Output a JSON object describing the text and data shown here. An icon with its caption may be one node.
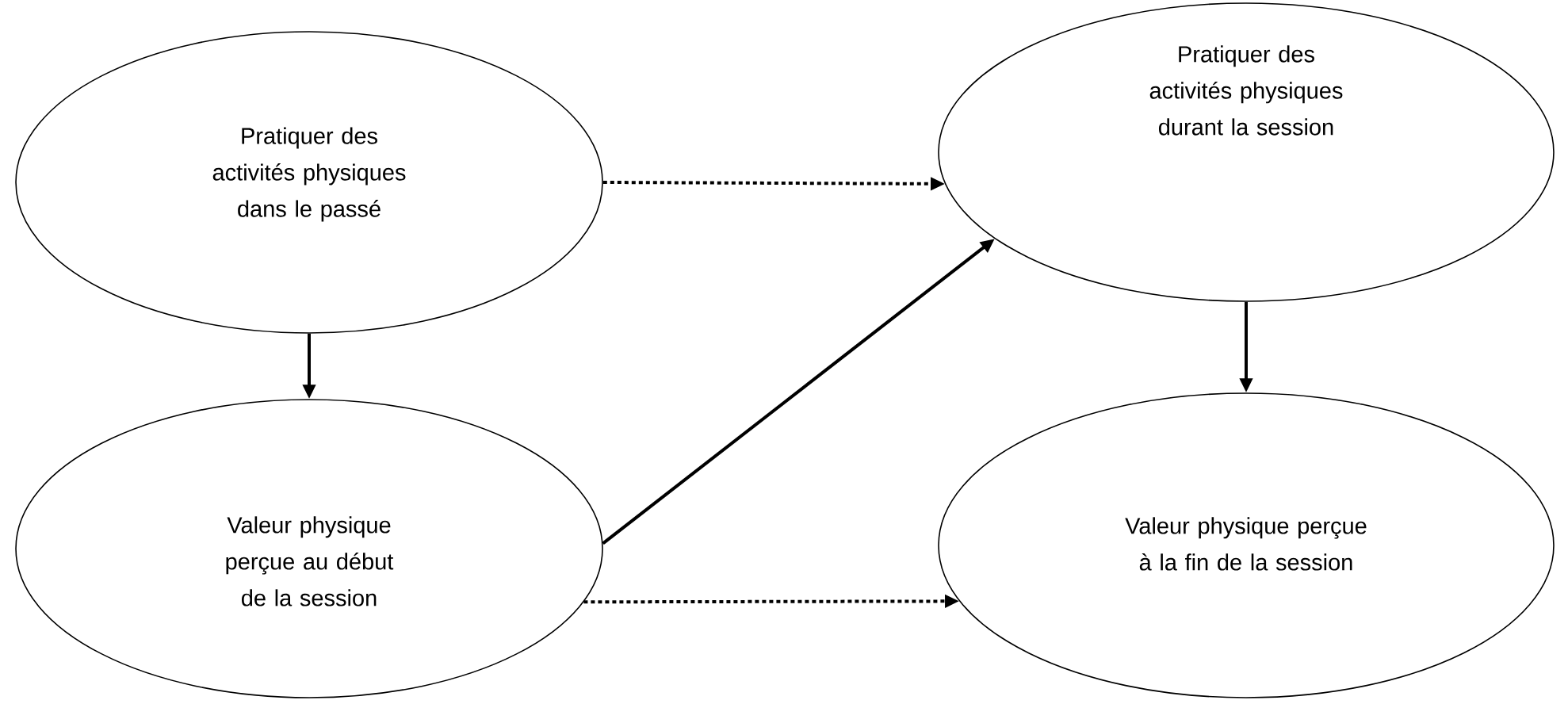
{
  "diagram": {
    "nodes": [
      {
        "text": [
          "Pratiquer des activités physiques dans le passé"
        ]
      },
      {
        "text": [
          "Pratiquer des activités physiques durant la session"
        ]
      },
      {
        "text": [
          "Valeur physique perçue au début de la session"
        ]
      },
      {
        "text": [
          "Valeur physique perçue à la fin de la session"
        ]
      }
    ],
    "edges": [
      {
        "from": 0,
        "to": 1,
        "arrow": "to",
        "style": "dashed"
      },
      {
        "from": 0,
        "to": 2,
        "arrow": "to"
      },
      {
        "from": 2,
        "to": 1,
        "arrow": "to"
      },
      {
        "from": 1,
        "to": 3,
        "arrow": "to"
      },
      {
        "from": 2,
        "to": 3,
        "arrow": "to",
        "style": "dashed"
      }
    ]
  }
}
